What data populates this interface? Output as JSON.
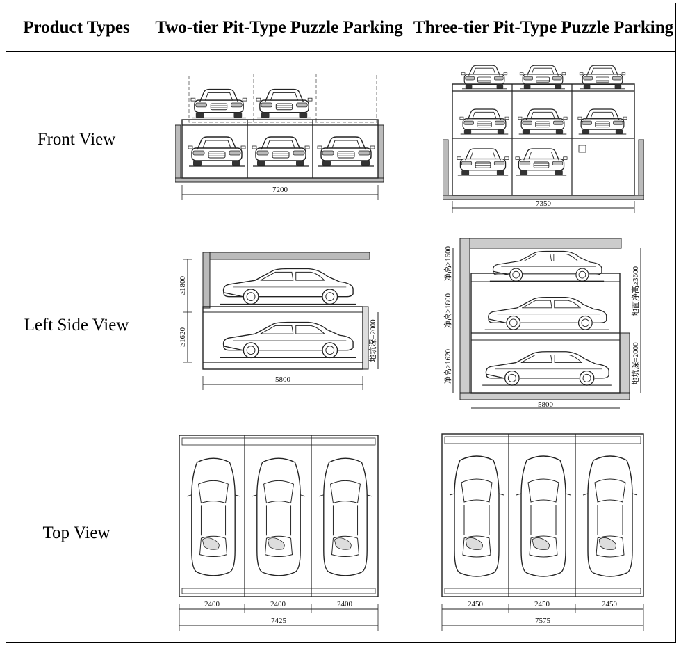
{
  "header": {
    "col1": "Product Types",
    "col2": "Two-tier Pit-Type Puzzle Parking",
    "col3": "Three-tier Pit-Type Puzzle Parking"
  },
  "rows": [
    {
      "label": "Front View",
      "two_tier": {
        "width": "7200"
      },
      "three_tier": {
        "width": "7350"
      }
    },
    {
      "label": "Left Side View",
      "two_tier": {
        "upper_clearance": "≥1800",
        "lower_clearance": "≥1620",
        "pit_depth": "地坑深=2000",
        "length": "5800"
      },
      "three_tier": {
        "upper_clearance": "净高≥1600",
        "middle_clearance": "净高≥1800",
        "lower_clearance": "净高≥1620",
        "ground_clearance": "地面净高≥3600",
        "pit_depth": "地坑深=2000",
        "length": "5800"
      }
    },
    {
      "label": "Top View",
      "two_tier": {
        "bay1": "2400",
        "bay2": "2400",
        "bay3": "2400",
        "total": "7425"
      },
      "three_tier": {
        "bay1": "2450",
        "bay2": "2450",
        "bay3": "2450",
        "total": "7575"
      }
    }
  ]
}
